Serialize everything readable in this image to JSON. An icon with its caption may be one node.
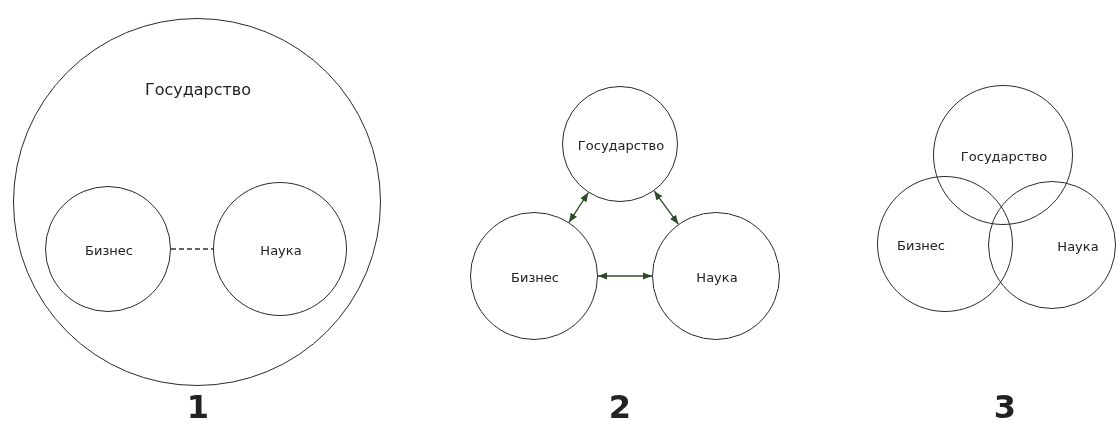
{
  "diagram": {
    "nodes": [
      {
        "text": [
          "Государство"
        ]
      },
      {
        "text": [
          "Бизнес"
        ],
        "in": 0
      },
      {
        "text": [
          "Наука"
        ],
        "in": 0
      },
      {
        "text": [
          "Государство"
        ]
      },
      {
        "text": [
          "Бизнес"
        ]
      },
      {
        "text": [
          "Наука"
        ]
      },
      {
        "text": [
          "Государство"
        ]
      },
      {
        "text": [
          "Бизнес"
        ]
      },
      {
        "text": [
          "Наука"
        ]
      }
    ],
    "edges": [
      {
        "from": 1,
        "to": 2,
        "arrow": "none",
        "style": "dashed",
        "color": "#333333"
      },
      {
        "from": 3,
        "to": 4,
        "arrow": "both"
      },
      {
        "from": 3,
        "to": 5,
        "arrow": "both"
      },
      {
        "from": 4,
        "to": 5,
        "arrow": "both"
      }
    ],
    "labels": [
      "1",
      "2",
      "3"
    ]
  }
}
